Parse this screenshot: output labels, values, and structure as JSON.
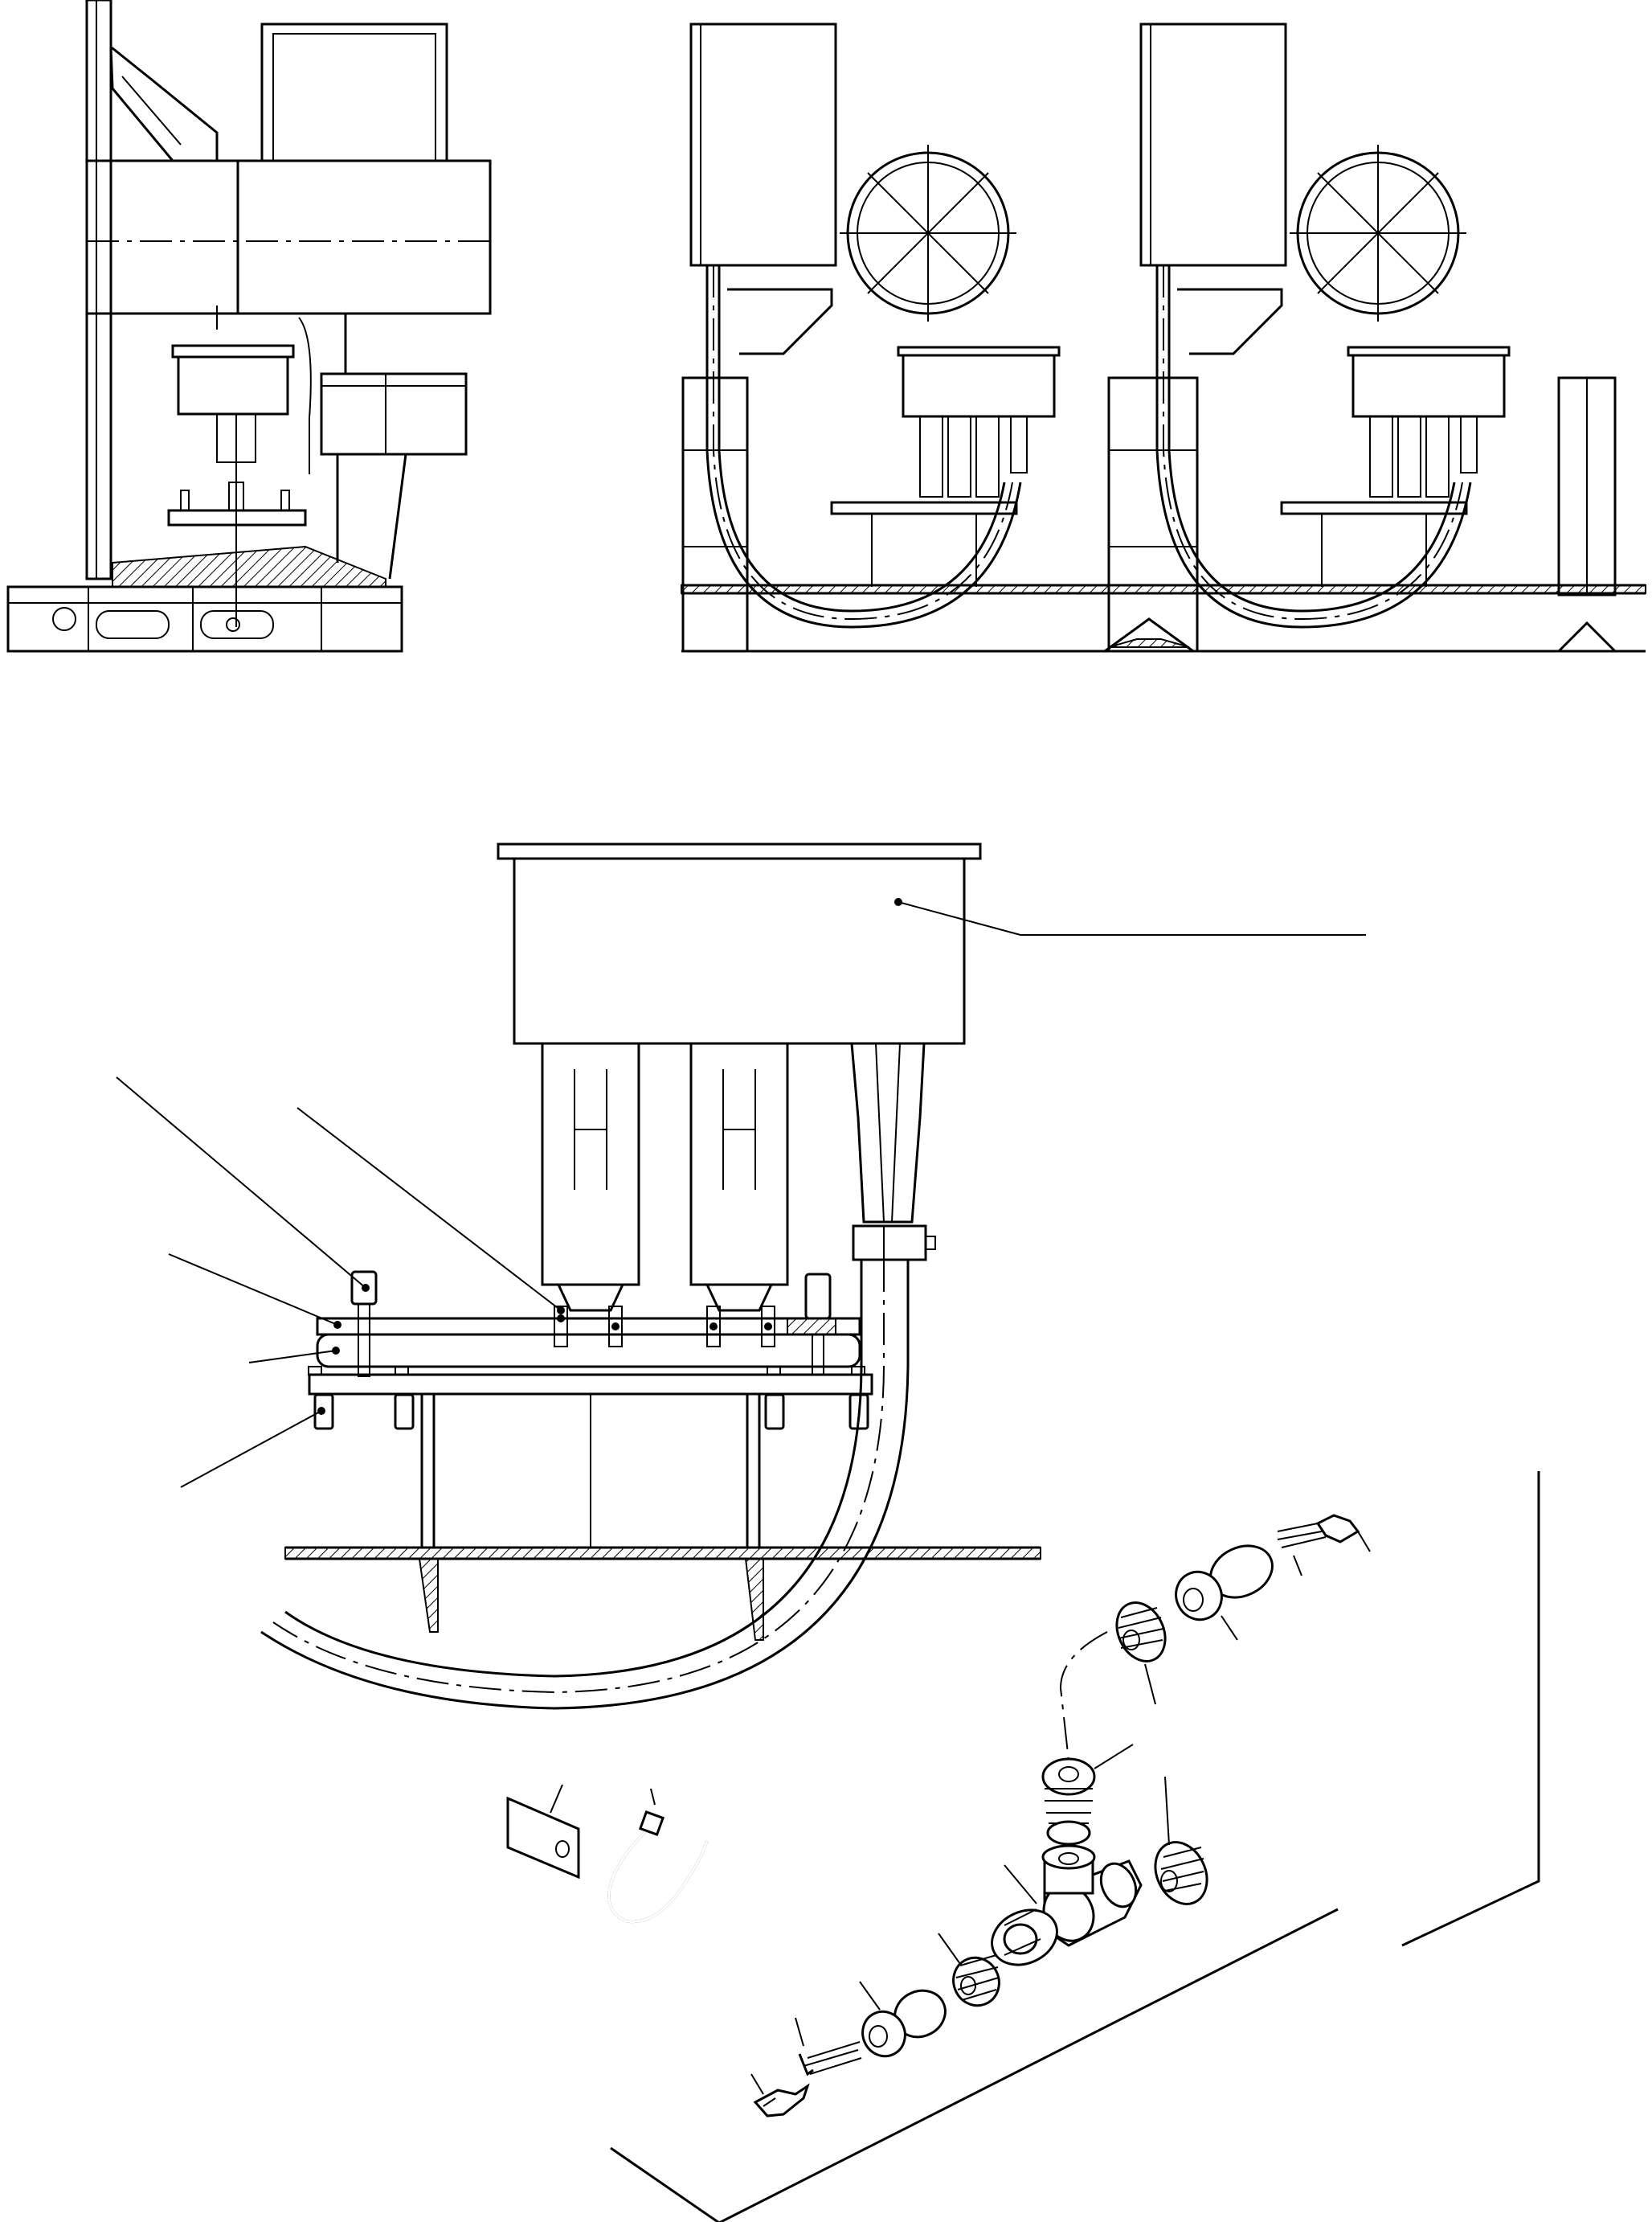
{
  "drawing": {
    "kind": "technical parts drawing",
    "line_color": "#000000",
    "background": "#ffffff",
    "views": [
      "side-view-bracket-assembly",
      "front-view-two-modules",
      "detail-view-tank-mount",
      "exploded-view-connector-kit"
    ]
  }
}
